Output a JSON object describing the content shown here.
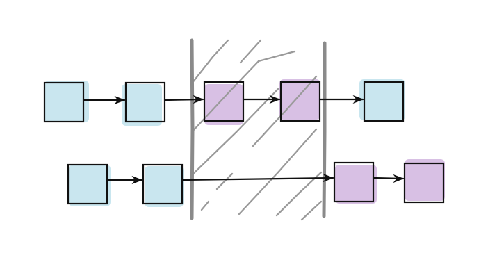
{
  "colors": {
    "background": "#ffffff",
    "blue_fill": "#c9e6ef",
    "purple_fill": "#d8c0e4",
    "outline": "#111111",
    "divider": "#8a8a8a",
    "hatch": "#9a9a9a"
  },
  "diagram": {
    "rows": [
      {
        "id": "top-row",
        "nodes": [
          {
            "id": "t1",
            "color": "blue"
          },
          {
            "id": "t2",
            "color": "blue"
          },
          {
            "id": "t3",
            "color": "purple"
          },
          {
            "id": "t4",
            "color": "purple"
          },
          {
            "id": "t5",
            "color": "blue"
          }
        ]
      },
      {
        "id": "bottom-row",
        "nodes": [
          {
            "id": "b1",
            "color": "blue"
          },
          {
            "id": "b2",
            "color": "blue"
          },
          {
            "id": "b3",
            "color": "purple"
          },
          {
            "id": "b4",
            "color": "purple"
          }
        ]
      }
    ],
    "edges": [
      {
        "from": "t1",
        "to": "t2"
      },
      {
        "from": "t2",
        "to": "t3"
      },
      {
        "from": "t3",
        "to": "t4"
      },
      {
        "from": "t4",
        "to": "t5"
      },
      {
        "from": "b1",
        "to": "b2"
      },
      {
        "from": "b2",
        "to": "b3"
      },
      {
        "from": "b3",
        "to": "b4"
      }
    ],
    "region": {
      "kind": "hatched-band",
      "bounded_by": "two-vertical-dividers"
    }
  }
}
